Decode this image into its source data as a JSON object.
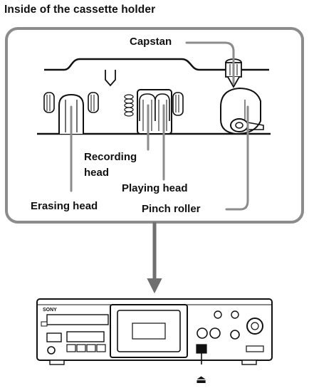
{
  "title": "Inside of the cassette holder",
  "labels": {
    "capstan": "Capstan",
    "recording_head_line1": "Recording",
    "recording_head_line2": "head",
    "playing_head": "Playing head",
    "erasing_head": "Erasing head",
    "pinch_roller": "Pinch roller"
  },
  "deck": {
    "brand": "SONY"
  },
  "eject_symbol": "⏏",
  "colors": {
    "callout_line": "#8c8c8c",
    "frame": "#8c8c8c",
    "ink": "#111111"
  }
}
